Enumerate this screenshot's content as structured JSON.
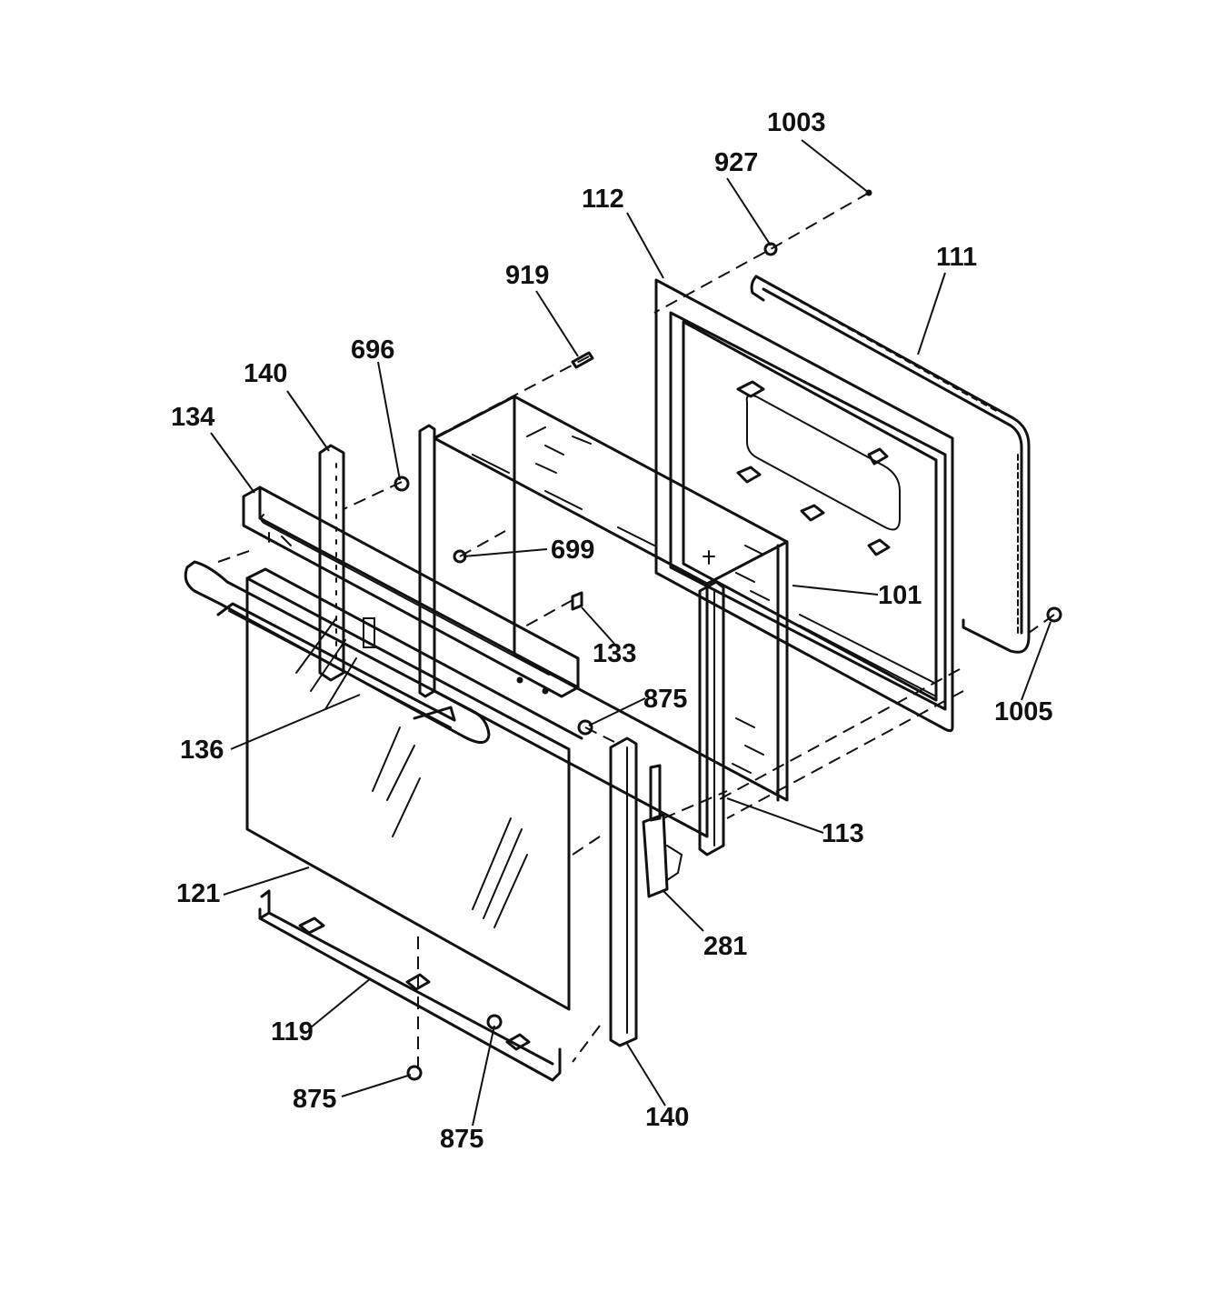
{
  "labels": [
    {
      "id": "1003",
      "text": "1003"
    },
    {
      "id": "927",
      "text": "927"
    },
    {
      "id": "112",
      "text": "112"
    },
    {
      "id": "111",
      "text": "111"
    },
    {
      "id": "919",
      "text": "919"
    },
    {
      "id": "696",
      "text": "696"
    },
    {
      "id": "140a",
      "text": "140"
    },
    {
      "id": "134",
      "text": "134"
    },
    {
      "id": "699",
      "text": "699"
    },
    {
      "id": "101",
      "text": "101"
    },
    {
      "id": "133",
      "text": "133"
    },
    {
      "id": "875a",
      "text": "875"
    },
    {
      "id": "1005",
      "text": "1005"
    },
    {
      "id": "136",
      "text": "136"
    },
    {
      "id": "113",
      "text": "113"
    },
    {
      "id": "121",
      "text": "121"
    },
    {
      "id": "281",
      "text": "281"
    },
    {
      "id": "119",
      "text": "119"
    },
    {
      "id": "875b",
      "text": "875"
    },
    {
      "id": "875c",
      "text": "875"
    },
    {
      "id": "140b",
      "text": "140"
    }
  ]
}
